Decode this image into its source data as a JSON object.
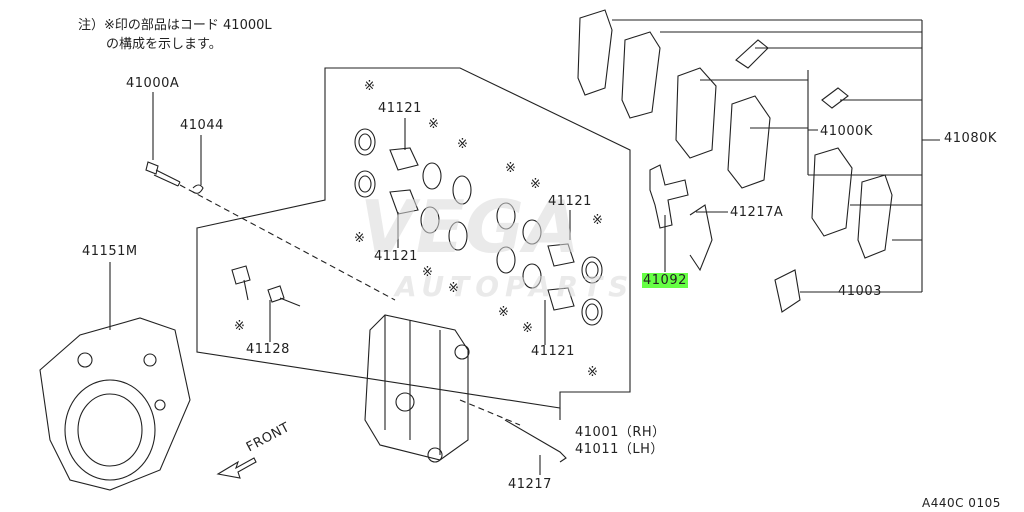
{
  "note": {
    "line1": "注）※印の部品はコード 41000L",
    "line2": "の構成を示します。"
  },
  "watermark": {
    "text": "VEGA",
    "subtext": "AUTOPARTS"
  },
  "marker_symbol": "※",
  "labels": {
    "p41000A": "41000A",
    "p41044": "41044",
    "p41121_top": "41121",
    "p41121_mid": "41121",
    "p41121_right": "41121",
    "p41121_low": "41121",
    "p41151M": "41151M",
    "p41128": "41128",
    "p41217A": "41217A",
    "p41092": "41092",
    "p41000K": "41000K",
    "p41080K": "41080K",
    "p41003": "41003",
    "p41001": "41001（RH）",
    "p41011": "41011（LH）",
    "p41217": "41217",
    "front": "FRONT",
    "code": "A440C 0105"
  },
  "colors": {
    "line": "#222222",
    "highlight": "#66ff44",
    "watermark": "#d0d0d0"
  }
}
